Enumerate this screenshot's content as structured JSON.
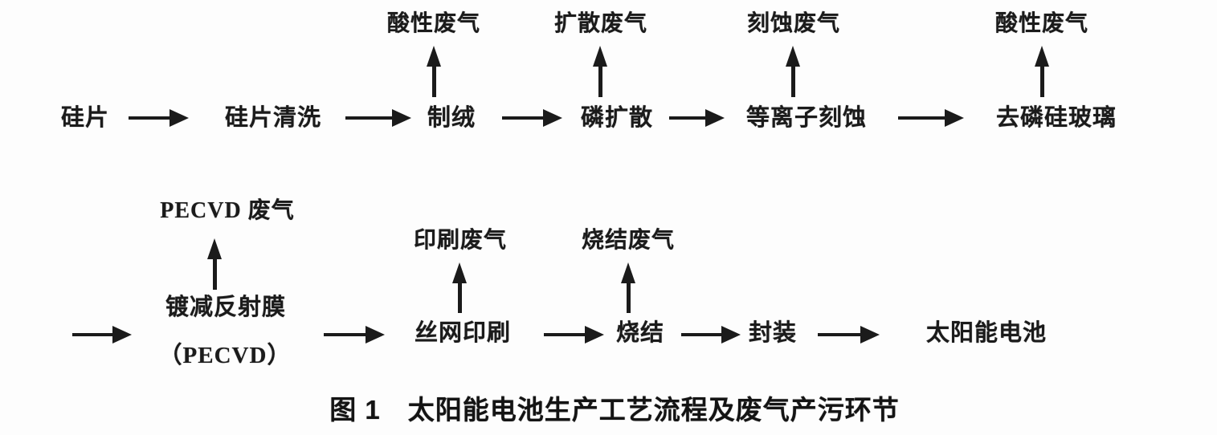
{
  "figure_caption": "图 1　太阳能电池生产工艺流程及废气产污环节",
  "colors": {
    "ink": "#1b1b1b",
    "background": "#fdfdfd"
  },
  "row1": {
    "steps": [
      {
        "label": "硅片"
      },
      {
        "label": "硅片清洗"
      },
      {
        "label": "制绒",
        "waste": "酸性废气"
      },
      {
        "label": "磷扩散",
        "waste": "扩散废气"
      },
      {
        "label": "等离子刻蚀",
        "waste": "刻蚀废气"
      },
      {
        "label": "去磷硅玻璃",
        "waste": "酸性废气"
      }
    ]
  },
  "row2": {
    "steps": [
      {
        "label": "镀减反射膜",
        "sublabel": "（PECVD）",
        "waste": "PECVD 废气"
      },
      {
        "label": "丝网印刷",
        "waste": "印刷废气"
      },
      {
        "label": "烧结",
        "waste": "烧结废气"
      },
      {
        "label": "封装"
      },
      {
        "label": "太阳能电池"
      }
    ]
  }
}
